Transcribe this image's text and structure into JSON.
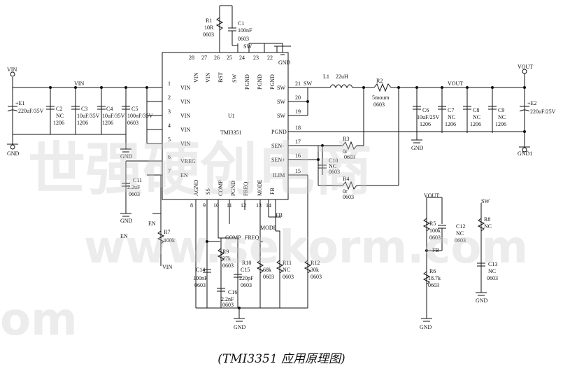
{
  "ic": {
    "ref": "U1",
    "part": "TMI3351",
    "pins_left": [
      {
        "num": "1",
        "name": "VIN"
      },
      {
        "num": "2",
        "name": "VIN"
      },
      {
        "num": "3",
        "name": "VIN"
      },
      {
        "num": "4",
        "name": "VIN"
      },
      {
        "num": "5",
        "name": "VIN"
      },
      {
        "num": "6",
        "name": "VREG"
      },
      {
        "num": "7",
        "name": "EN"
      }
    ],
    "pins_right": [
      {
        "num": "21",
        "name": "SW"
      },
      {
        "num": "20",
        "name": "SW"
      },
      {
        "num": "19",
        "name": "SW"
      },
      {
        "num": "18",
        "name": "PGND"
      },
      {
        "num": "17",
        "name": "SEN-"
      },
      {
        "num": "16",
        "name": "SEN+"
      },
      {
        "num": "15",
        "name": "ILIM"
      }
    ],
    "pins_top": [
      {
        "num": "28",
        "name": "VIN"
      },
      {
        "num": "27",
        "name": "VIN"
      },
      {
        "num": "26",
        "name": "BST"
      },
      {
        "num": "24",
        "name": "SW"
      },
      {
        "num": "23",
        "name": "PGND"
      },
      {
        "num": "22",
        "name": "PGND"
      },
      {
        "num": "25",
        "name": "PGND"
      }
    ],
    "pins_bottom": [
      {
        "num": "8",
        "name": "AGND"
      },
      {
        "num": "9",
        "name": "SS"
      },
      {
        "num": "10",
        "name": "COMP"
      },
      {
        "num": "11",
        "name": "PGND"
      },
      {
        "num": "12",
        "name": "FREQ"
      },
      {
        "num": "13",
        "name": "MODE"
      },
      {
        "num": "14",
        "name": "FB"
      }
    ]
  },
  "components": {
    "R1": {
      "ref": "R1",
      "value": "10R",
      "pkg": "0603"
    },
    "C1": {
      "ref": "C1",
      "value": "100nF",
      "pkg": "0603"
    },
    "E1": {
      "ref": "+E1",
      "value": "220uF/35V"
    },
    "C2": {
      "ref": "C2",
      "value": "NC",
      "pkg": "1206"
    },
    "C3": {
      "ref": "C3",
      "value": "10uF/35V",
      "pkg": "1206"
    },
    "C4": {
      "ref": "C4",
      "value": "10uF/35V",
      "pkg": "1206"
    },
    "C5": {
      "ref": "C5",
      "value": "100nF/35V",
      "pkg": "0603"
    },
    "L1": {
      "ref": "L1",
      "value": "22uH"
    },
    "R2": {
      "ref": "R2",
      "value": "5moum",
      "pkg": "0603"
    },
    "C6": {
      "ref": "C6",
      "value": "10uF/25V",
      "pkg": "1206"
    },
    "C7": {
      "ref": "C7",
      "value": "NC",
      "pkg": "1206"
    },
    "C8": {
      "ref": "C8",
      "value": "NC",
      "pkg": "1206"
    },
    "C9": {
      "ref": "C9",
      "value": "NC",
      "pkg": "1206"
    },
    "E2": {
      "ref": "+E2",
      "value": "220uF/25V"
    },
    "R3": {
      "ref": "R3",
      "value": "0r",
      "pkg": "0603"
    },
    "R4": {
      "ref": "R4",
      "value": "0r",
      "pkg": "0603"
    },
    "C10": {
      "ref": "C10",
      "value": "NC",
      "pkg": "0603"
    },
    "C11": {
      "ref": "C11",
      "value": "2.2uF",
      "pkg": "0603"
    },
    "R7": {
      "ref": "R7",
      "value": "100k"
    },
    "R9": {
      "ref": "R9",
      "value": "27k",
      "pkg": "0603"
    },
    "C14": {
      "ref": "C14",
      "value": "100nF",
      "pkg": "0603"
    },
    "C15": {
      "ref": "C15",
      "value": "220pF",
      "pkg": "0603"
    },
    "C16": {
      "ref": "C16",
      "value": "2.2nF",
      "pkg": "0603"
    },
    "R10": {
      "ref": "R10",
      "value": "68k",
      "pkg": "0603"
    },
    "R11": {
      "ref": "R11",
      "value": "NC",
      "pkg": "0603"
    },
    "R12": {
      "ref": "R12",
      "value": "30k",
      "pkg": "0603"
    },
    "R5": {
      "ref": "R5",
      "value": "100k",
      "pkg": "0603"
    },
    "R6": {
      "ref": "R6",
      "value": "18.7k",
      "pkg": "0603"
    },
    "C12": {
      "ref": "C12",
      "value": "NC",
      "pkg": "0603"
    },
    "R8": {
      "ref": "R8",
      "value": "NC"
    },
    "C13": {
      "ref": "C13",
      "value": "NC",
      "pkg": "0603"
    }
  },
  "nets": {
    "vin": "VIN",
    "vout": "VOUT",
    "gnd": "GND",
    "gnd1": "GND1",
    "sw": "SW",
    "en": "EN",
    "comp": "COMP",
    "freq": "FREQ",
    "mode": "MODE",
    "fb": "FB"
  },
  "watermark": {
    "line1": "世强硬创电商",
    "line2": "www.sekorm.com",
    "line3": "om"
  },
  "caption": "(TMI3351 应用原理图)"
}
